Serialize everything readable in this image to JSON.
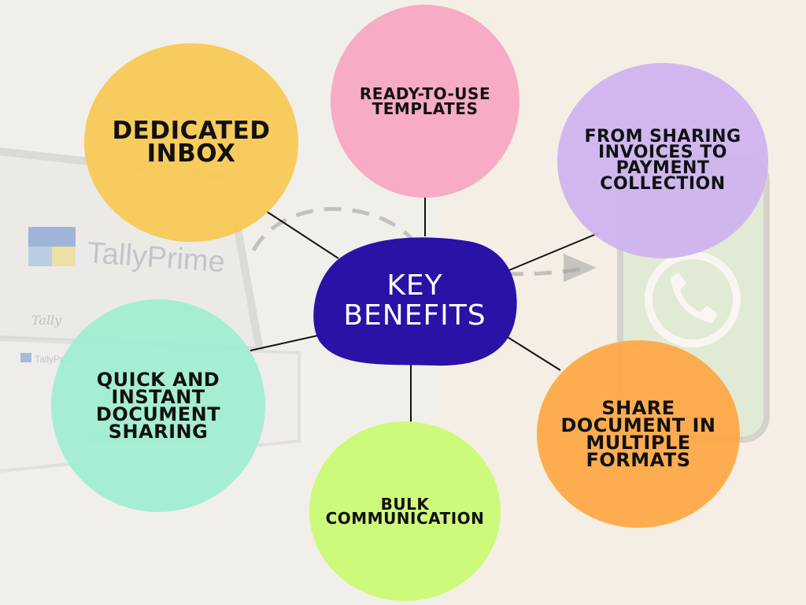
{
  "diagram": {
    "center": {
      "label": "KEY\nBENEFITS",
      "color": "#2a12a6"
    },
    "benefits": [
      {
        "id": "inbox",
        "label": "DEDICATED\nINBOX",
        "color": "#f7c852"
      },
      {
        "id": "templates",
        "label": "READY-TO-USE\nTEMPLATES",
        "color": "#f6a7c2"
      },
      {
        "id": "invoices",
        "label": "FROM SHARING\nINVOICES TO\nPAYMENT\nCOLLECTION",
        "color": "#cdb2f0"
      },
      {
        "id": "quick",
        "label": "QUICK AND\nINSTANT\nDOCUMENT\nSHARING",
        "color": "#9eeed0"
      },
      {
        "id": "share",
        "label": "SHARE\nDOCUMENT IN\nMULTIPLE\nFORMATS",
        "color": "#fda948"
      },
      {
        "id": "bulk",
        "label": "BULK\nCOMMUNICATION",
        "color": "#cafa74"
      }
    ]
  },
  "background": {
    "laptop_brand": "TallyPrime",
    "small_brand": "TallyPrime",
    "logo_script": "Tally"
  }
}
